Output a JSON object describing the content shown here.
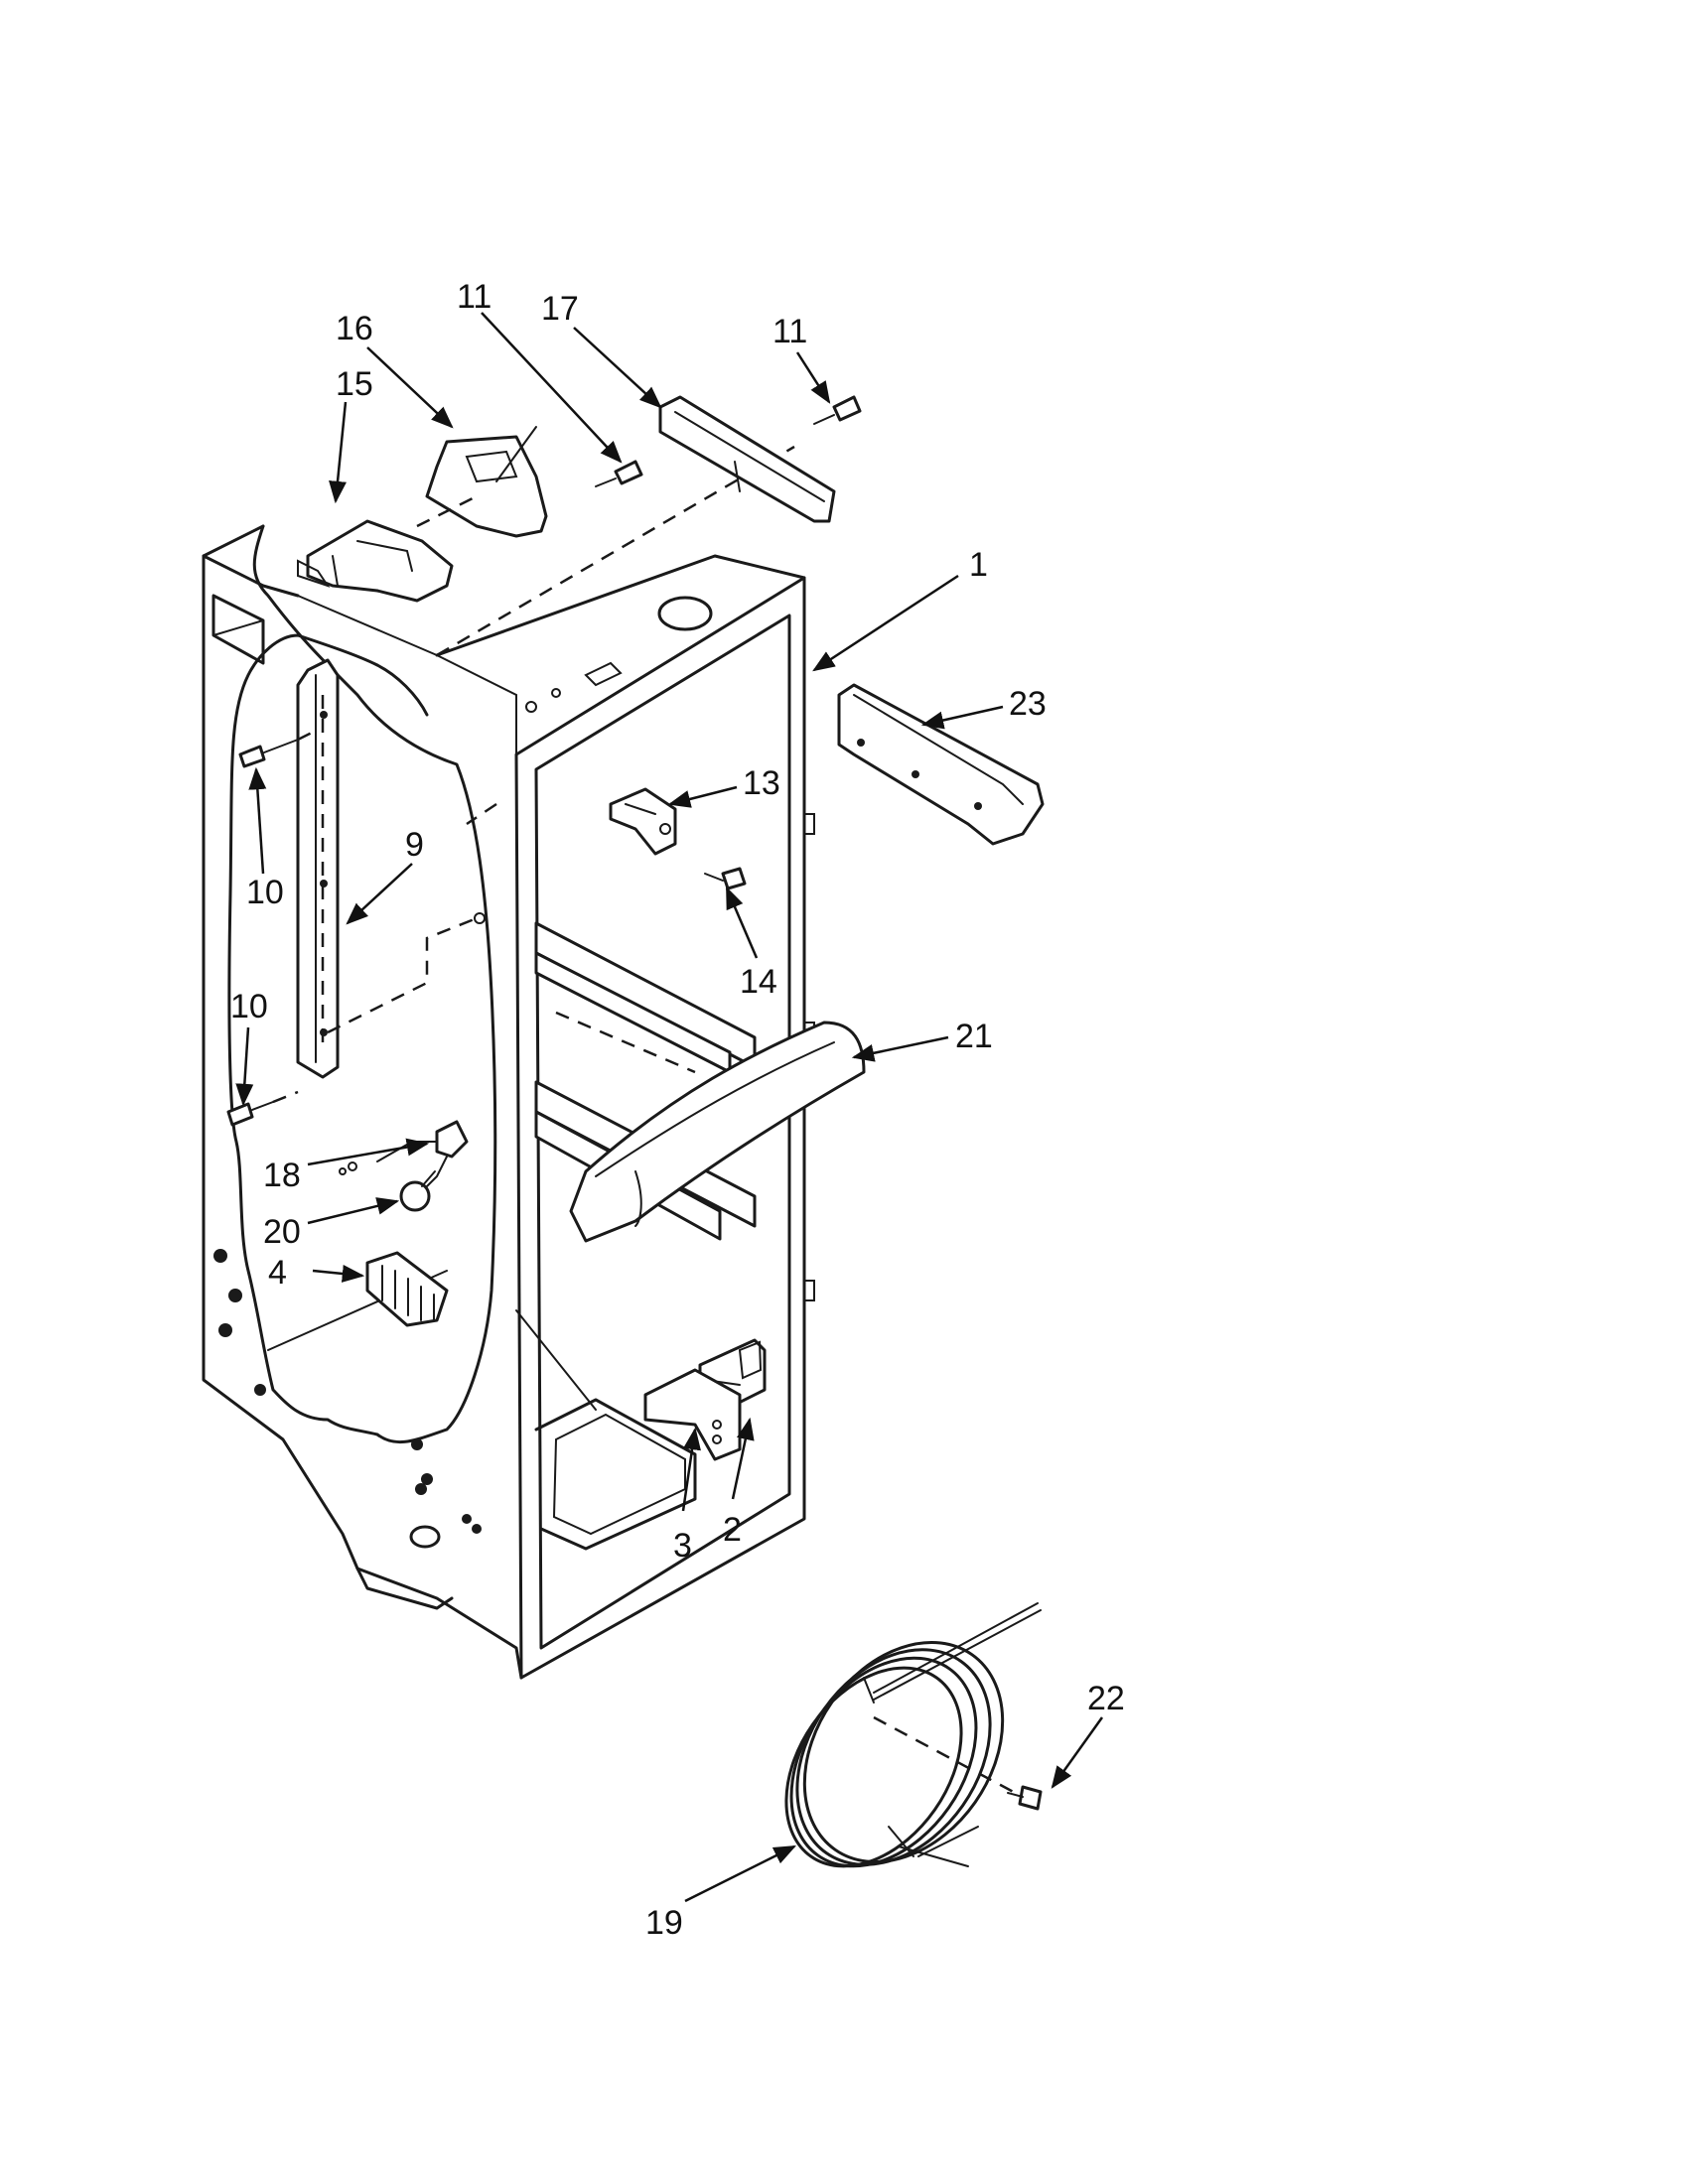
{
  "diagram": {
    "callouts": [
      {
        "id": "c11a",
        "label": "11"
      },
      {
        "id": "c17",
        "label": "17"
      },
      {
        "id": "c11b",
        "label": "11"
      },
      {
        "id": "c16",
        "label": "16"
      },
      {
        "id": "c15",
        "label": "15"
      },
      {
        "id": "c1",
        "label": "1"
      },
      {
        "id": "c23",
        "label": "23"
      },
      {
        "id": "c13",
        "label": "13"
      },
      {
        "id": "c10a",
        "label": "10"
      },
      {
        "id": "c9",
        "label": "9"
      },
      {
        "id": "c14",
        "label": "14"
      },
      {
        "id": "c10b",
        "label": "10"
      },
      {
        "id": "c21",
        "label": "21"
      },
      {
        "id": "c18",
        "label": "18"
      },
      {
        "id": "c20",
        "label": "20"
      },
      {
        "id": "c4",
        "label": "4"
      },
      {
        "id": "c3",
        "label": "3"
      },
      {
        "id": "c2",
        "label": "2"
      },
      {
        "id": "c22",
        "label": "22"
      },
      {
        "id": "c19",
        "label": "19"
      }
    ]
  }
}
